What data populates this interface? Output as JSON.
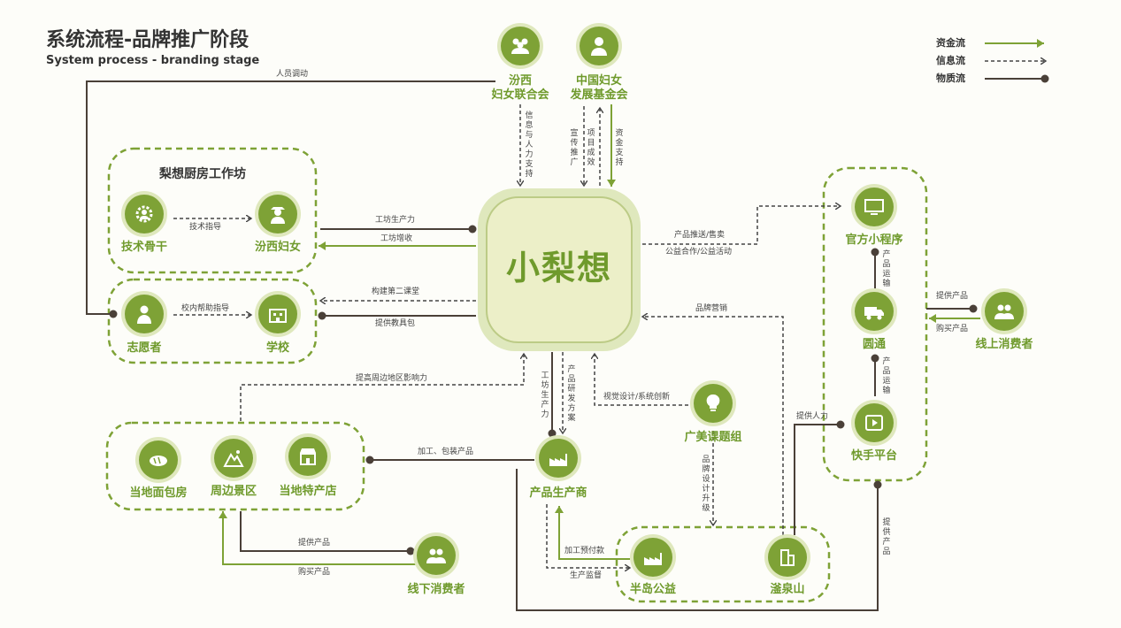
{
  "title": "系统流程-品牌推广阶段",
  "subtitle": "System process - branding stage",
  "legend": [
    {
      "label": "资金流",
      "style": "solid-green",
      "color": "#7ea236"
    },
    {
      "label": "信息流",
      "style": "dashed-arrow",
      "color": "#444444"
    },
    {
      "label": "物质流",
      "style": "solid-dot",
      "color": "#4a4038"
    }
  ],
  "colors": {
    "accent": "#7ea236",
    "light": "#dfe8bd",
    "center_fill": "#e6e8bf",
    "dark": "#4a4038"
  },
  "center": {
    "label": "小梨想"
  },
  "groups": {
    "workshop": "梨想厨房工作坊"
  },
  "nodes": {
    "fenxi_women_fed": {
      "line1": "汾西",
      "line2": "妇女联合会",
      "icon": "women-group-icon"
    },
    "china_women_fund": {
      "line1": "中国妇女",
      "line2": "发展基金会",
      "icon": "woman-icon"
    },
    "tech_backbone": {
      "label": "技术骨干",
      "icon": "gear-person-icon"
    },
    "fenxi_women": {
      "label": "汾西妇女",
      "icon": "farmer-icon"
    },
    "volunteer": {
      "label": "志愿者",
      "icon": "person-icon"
    },
    "school": {
      "label": "学校",
      "icon": "school-icon"
    },
    "bakery": {
      "label": "当地面包房",
      "icon": "bread-icon"
    },
    "scenic": {
      "label": "周边景区",
      "icon": "mountain-icon"
    },
    "specialty_store": {
      "label": "当地特产店",
      "icon": "store-icon"
    },
    "producer": {
      "label": "产品生产商",
      "icon": "factory-icon"
    },
    "guangmei": {
      "label": "广美课题组",
      "icon": "lightbulb-icon"
    },
    "bandao": {
      "label": "半岛公益",
      "icon": "factory-icon"
    },
    "zequan": {
      "label": "滏泉山",
      "icon": "building-icon"
    },
    "mini_program": {
      "label": "官方小程序",
      "icon": "monitor-icon"
    },
    "yuantong": {
      "label": "圆通",
      "icon": "truck-icon"
    },
    "kuaishou": {
      "label": "快手平台",
      "icon": "video-icon"
    },
    "online_consumer": {
      "label": "线上消费者",
      "icon": "people-icon"
    },
    "offline_consumer": {
      "label": "线下消费者",
      "icon": "people-icon"
    }
  },
  "edges": {
    "personnel": "人员调动",
    "info_talent": "信息与人力支持",
    "publicity": "宣传推广",
    "project_result": "项目成效",
    "funding": "资金支持",
    "tech_guide": "技术指导",
    "workshop_capacity": "工坊生产力",
    "workshop_income": "工坊增收",
    "campus_help": "校内帮助指导",
    "second_class": "构建第二课堂",
    "teaching_pack": "提供教具包",
    "product_push": "产品推送/售卖",
    "charity": "公益合作/公益活动",
    "brand_marketing": "品牌营销",
    "influence": "提高周边地区影响力",
    "capacity_down": "工坊生产力",
    "product_dev": "产品研发方案",
    "visual_design": "视觉设计/系统创新",
    "processing": "加工、包装产品",
    "brand_upgrade": "品牌设计升级",
    "prepay": "加工预付款",
    "supervision": "生产监督",
    "manpower": "提供人力",
    "transport1": "产品运输",
    "transport2": "产品运输",
    "provide_online": "提供产品",
    "buy_online": "购买产品",
    "provide_offline": "提供产品",
    "buy_offline": "购买产品",
    "provide_kuaishou": "提供产品"
  }
}
